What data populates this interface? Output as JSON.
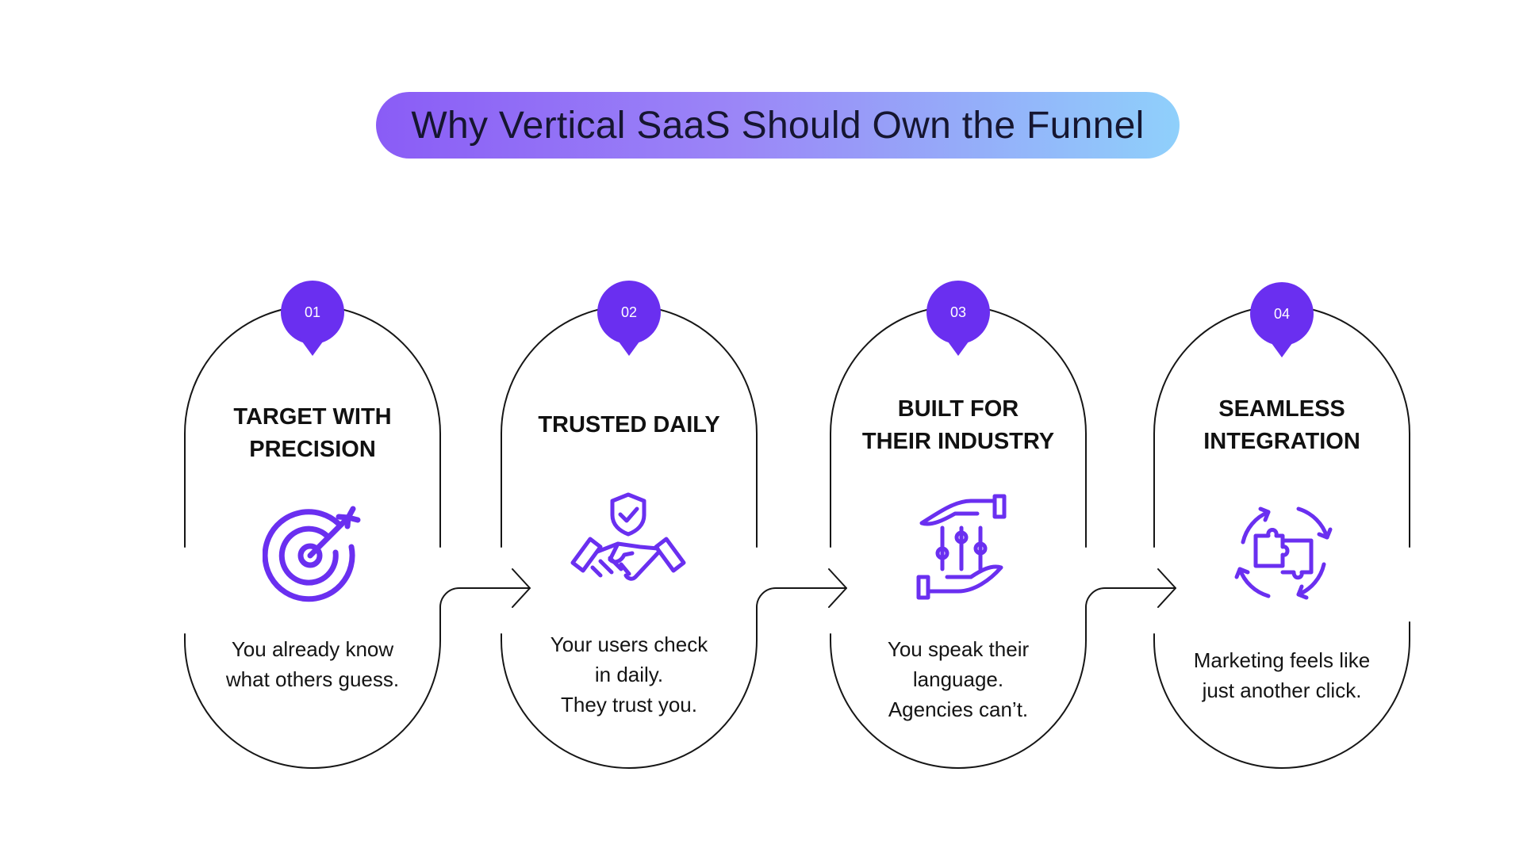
{
  "title": "Why Vertical SaaS Should Own the Funnel",
  "accent_color": "#6a2ff0",
  "steps": [
    {
      "number": "01",
      "title_lines": [
        "TARGET WITH",
        "PRECISION"
      ],
      "desc_lines": [
        "You already know",
        "what others guess."
      ],
      "icon": "target-icon"
    },
    {
      "number": "02",
      "title_lines": [
        "TRUSTED DAILY"
      ],
      "desc_lines": [
        "Your users check",
        "in daily.",
        "They trust you."
      ],
      "icon": "handshake-shield-icon"
    },
    {
      "number": "03",
      "title_lines": [
        "BUILT FOR",
        "THEIR INDUSTRY"
      ],
      "desc_lines": [
        "You speak their",
        "language.",
        "Agencies can’t."
      ],
      "icon": "hand-sliders-icon"
    },
    {
      "number": "04",
      "title_lines": [
        "SEAMLESS",
        "INTEGRATION"
      ],
      "desc_lines": [
        "Marketing feels like",
        "just another click."
      ],
      "icon": "puzzle-cycle-icon"
    }
  ]
}
